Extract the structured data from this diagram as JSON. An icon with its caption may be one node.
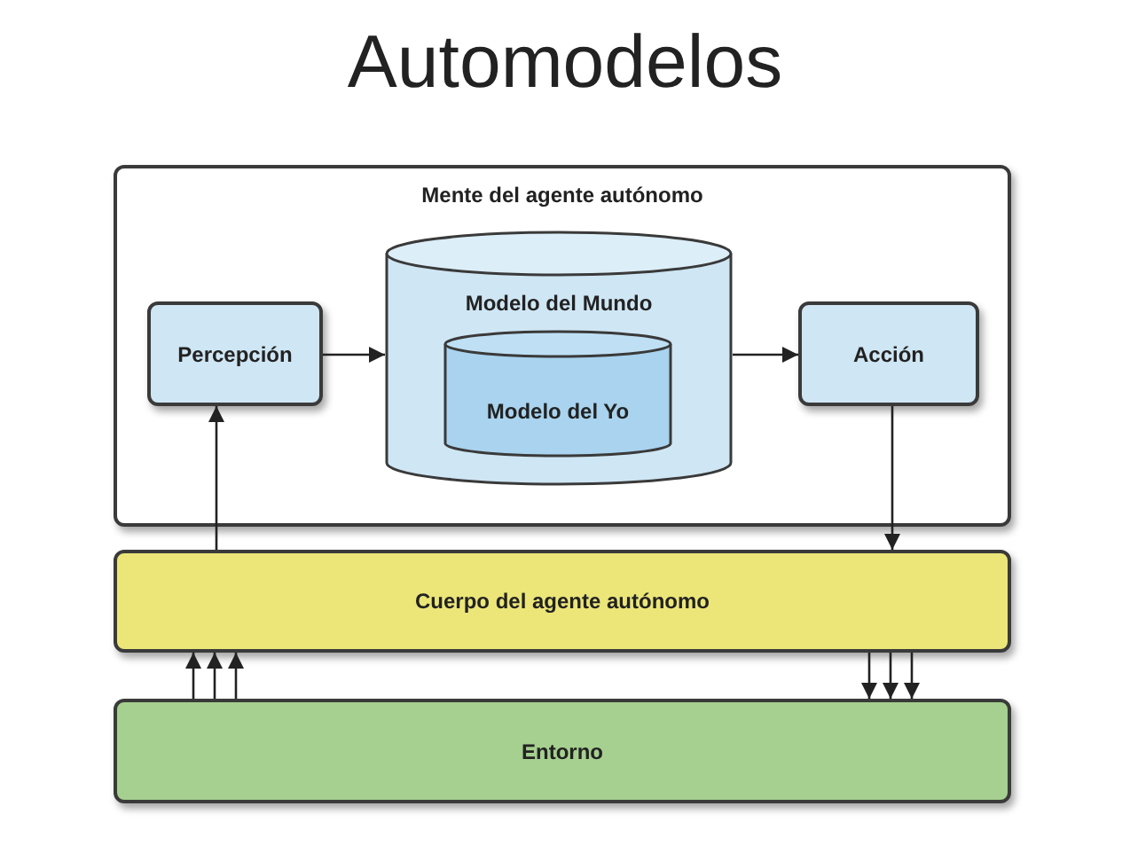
{
  "diagram": {
    "title": "Automodelos",
    "nodes": [
      {
        "text": [
          "Mente del agente autónomo"
        ]
      },
      {
        "text": [
          "Percepción"
        ],
        "in": 0
      },
      {
        "text": [
          "Modelo del Mundo"
        ],
        "in": 0
      },
      {
        "text": [
          "Modelo del Yo"
        ],
        "in": 2
      },
      {
        "text": [
          "Acción"
        ],
        "in": 0
      },
      {
        "text": [
          "Cuerpo del agente autónomo"
        ]
      },
      {
        "text": [
          "Entorno"
        ]
      }
    ],
    "edges": [
      {
        "from": 1,
        "to": 2,
        "arrow": "to"
      },
      {
        "from": 2,
        "to": 4,
        "arrow": "to"
      },
      {
        "from": 5,
        "to": 1,
        "arrow": "to"
      },
      {
        "from": 4,
        "to": 5,
        "arrow": "to"
      },
      {
        "from": 6,
        "to": 5,
        "arrow": "to"
      },
      {
        "from": 6,
        "to": 5,
        "arrow": "to"
      },
      {
        "from": 6,
        "to": 5,
        "arrow": "to"
      },
      {
        "from": 5,
        "to": 6,
        "arrow": "to"
      },
      {
        "from": 5,
        "to": 6,
        "arrow": "to"
      },
      {
        "from": 5,
        "to": 6,
        "arrow": "to"
      }
    ]
  }
}
